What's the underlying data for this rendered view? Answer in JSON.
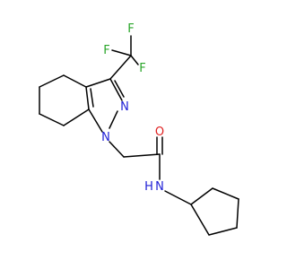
{
  "colors": {
    "background": "#ffffff",
    "bond": "#000000",
    "nitrogen": "#1f1fd6",
    "oxygen": "#e02020",
    "fluorine": "#2aa52a"
  },
  "atom_labels": {
    "f_top": "F",
    "f_left": "F",
    "f_right": "F",
    "n_ring_2": "N",
    "n_ring_1": "N",
    "o_carbonyl": "O",
    "n_amide": "N",
    "h_amide": "H"
  }
}
